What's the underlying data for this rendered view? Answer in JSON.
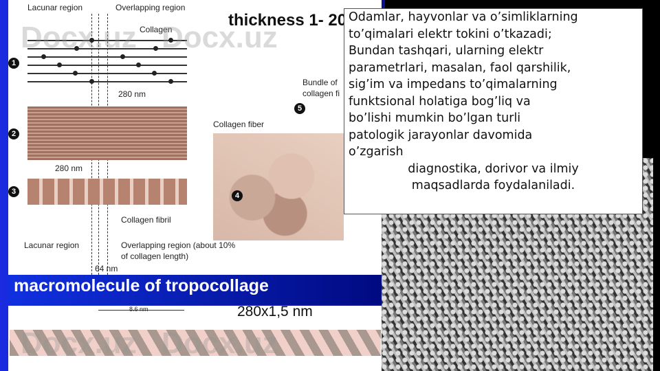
{
  "diagram": {
    "lacunar_top": "Lacunar region",
    "overlap_top": "Overlapping region",
    "collagen": "Collagen",
    "thickness": "thickness 1- 20",
    "nm280_a": "280 nm",
    "nm280_b": "280 nm",
    "bundle": "Bundle of",
    "bundle2": "collagen fi",
    "collagen_fiber": "Collagen fiber",
    "collagen_fibril": "Collagen fibril",
    "lacunar_bottom": "Lacunar region",
    "overlap_bottom": "Overlapping region (about 10%",
    "overlap_bottom2": "of collagen length)",
    "nm64": "64 nm",
    "steps": [
      "1",
      "2",
      "3",
      "4",
      "5"
    ]
  },
  "band_title": "macromolecule of tropocollage",
  "lower": {
    "nm86": "8.6 nm",
    "size": "280x1,5 nm"
  },
  "watermark": "Docx.uz",
  "textbox": {
    "lines": [
      "Odamlar, hayvonlar va o’simliklarning",
      "to’qimalari elektr tokini o’tkazadi;",
      "Bundan tashqari, ularning elektr",
      "parametrlari, masalan, faol qarshilik,",
      "sig’im va impedans to’qimalarning",
      "funktsional holatiga bog’liq va",
      "bo’lishi mumkin bo’lgan turli",
      "patologik jarayonlar davomida",
      "o’zgarish"
    ],
    "center_lines": [
      "diagnostika, dorivor va ilmiy",
      "maqsadlarda foydalaniladi."
    ]
  }
}
